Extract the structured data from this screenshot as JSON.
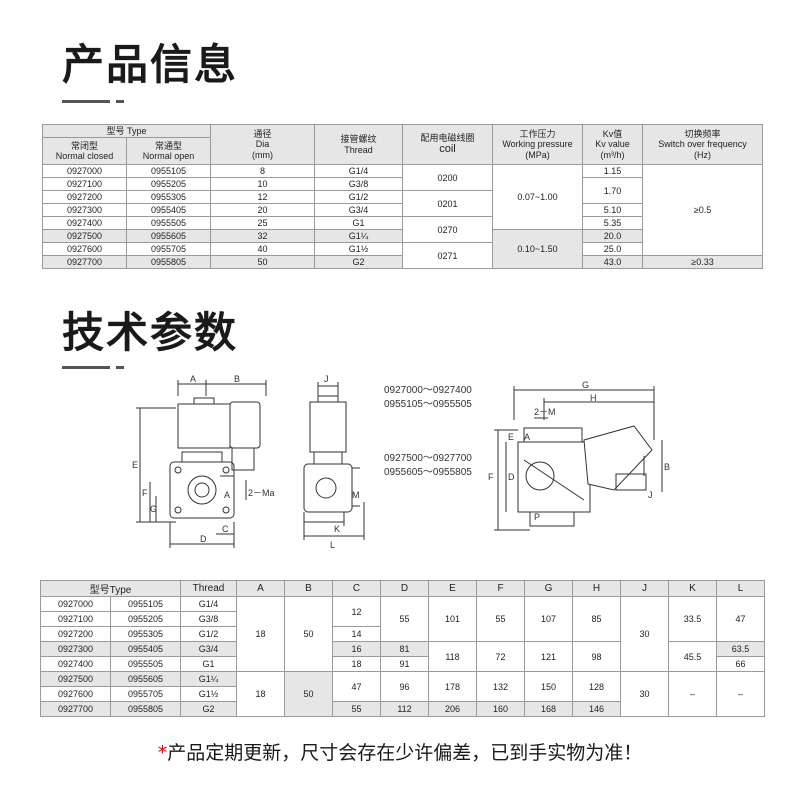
{
  "product_info": {
    "title": "产品信息",
    "table": {
      "model_header": "型号 Type",
      "normal_closed_label": "常闭型",
      "normal_closed_label_en": "Normal closed",
      "normal_open_label": "常通型",
      "normal_open_label_en": "Normal open",
      "dia_label": "通径",
      "dia_label_en": "Dia",
      "dia_unit": "(mm)",
      "thread_label": "接管螺纹",
      "thread_label_en": "Thread",
      "coil_label": "配用电磁线圈",
      "coil_label_en": "coil",
      "pressure_label": "工作压力",
      "pressure_label_en": "Working pressure",
      "pressure_unit": "(MPa)",
      "kv_label": "Kv值",
      "kv_label_en": "Kv value",
      "kv_unit": "(m³/h)",
      "freq_label": "切换频率",
      "freq_label_en": "Switch over frequency",
      "freq_unit": "(Hz)",
      "rows": [
        {
          "nc": "0927000",
          "no": "0955105",
          "dia": "8",
          "thread": "G1/4"
        },
        {
          "nc": "0927100",
          "no": "0955205",
          "dia": "10",
          "thread": "G3/8"
        },
        {
          "nc": "0927200",
          "no": "0955305",
          "dia": "12",
          "thread": "G1/2"
        },
        {
          "nc": "0927300",
          "no": "0955405",
          "dia": "20",
          "thread": "G3/4"
        },
        {
          "nc": "0927400",
          "no": "0955505",
          "dia": "25",
          "thread": "G1"
        },
        {
          "nc": "0927500",
          "no": "0955605",
          "dia": "32",
          "thread": "G1¼"
        },
        {
          "nc": "0927600",
          "no": "0955705",
          "dia": "40",
          "thread": "G1½"
        },
        {
          "nc": "0927700",
          "no": "0955805",
          "dia": "50",
          "thread": "G2"
        }
      ],
      "coils": [
        "0200",
        "0201",
        "0270",
        "0271"
      ],
      "pressures": [
        "0.07~1.00",
        "0.10~1.50"
      ],
      "kv": [
        "1.15",
        "1.70",
        "5.10",
        "5.35",
        "20.0",
        "25.0",
        "43.0"
      ],
      "freq": [
        "≥0.5",
        "≥0.33"
      ]
    }
  },
  "tech_params": {
    "title": "技术参数",
    "model_range_1": "0927000～0927400",
    "model_range_2": "0955105～0955505",
    "model_range_3": "0927500～0927700",
    "model_range_4": "0955605～0955805",
    "drawing_labels": {
      "A": "A",
      "B": "B",
      "C": "C",
      "D": "D",
      "E": "E",
      "F": "F",
      "G": "G",
      "H": "H",
      "J": "J",
      "K": "K",
      "L": "L",
      "M": "M",
      "P": "P",
      "two_m": "2－M",
      "two_ma": "2－Ma",
      "ma": "Ma"
    },
    "table": {
      "headers": [
        "型号Type",
        "Thread",
        "A",
        "B",
        "C",
        "D",
        "E",
        "F",
        "G",
        "H",
        "J",
        "K",
        "L"
      ],
      "rows": [
        {
          "nc": "0927000",
          "no": "0955105",
          "thread": "G1/4"
        },
        {
          "nc": "0927100",
          "no": "0955205",
          "thread": "G3/8"
        },
        {
          "nc": "0927200",
          "no": "0955305",
          "thread": "G1/2"
        },
        {
          "nc": "0927300",
          "no": "0955405",
          "thread": "G3/4"
        },
        {
          "nc": "0927400",
          "no": "0955505",
          "thread": "G1"
        },
        {
          "nc": "0927500",
          "no": "0955605",
          "thread": "G1¼"
        },
        {
          "nc": "0927600",
          "no": "0955705",
          "thread": "G1½"
        },
        {
          "nc": "0927700",
          "no": "0955805",
          "thread": "G2"
        }
      ],
      "values": {
        "A1": "18",
        "B1": "50",
        "C1": "12",
        "C2": "14",
        "C3": "16",
        "C4": "18",
        "D1": "55",
        "D2": "81",
        "D3": "91",
        "E1": "101",
        "E2": "118",
        "F1": "55",
        "F2": "72",
        "G1": "107",
        "G2": "121",
        "H1": "85",
        "H2": "98",
        "J1": "30",
        "K1": "33.5",
        "K2": "45.5",
        "L1": "47",
        "L2": "63.5",
        "L3": "66",
        "A2": "18",
        "B2": "50",
        "C5": "47",
        "C6": "55",
        "D4": "96",
        "D5": "112",
        "E3": "178",
        "E4": "206",
        "F3": "132",
        "F4": "160",
        "G3": "150",
        "G4": "168",
        "H3": "128",
        "H4": "146",
        "J2": "30",
        "K3": "–",
        "L4": "–"
      }
    }
  },
  "footer": {
    "star": "*",
    "note": "产品定期更新，尺寸会存在少许偏差，已到手实物为准！"
  }
}
